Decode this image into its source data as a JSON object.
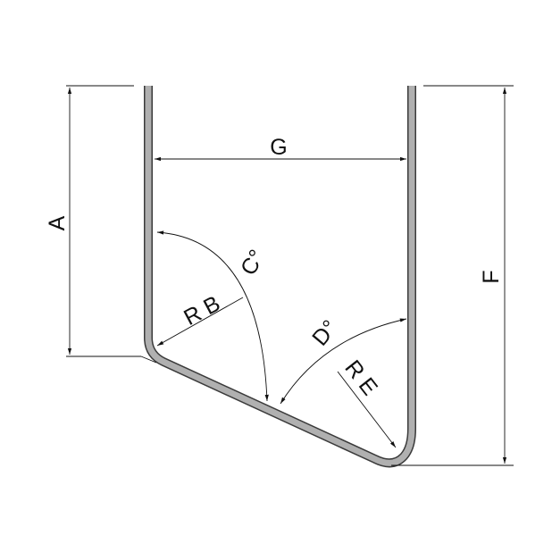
{
  "labels": {
    "a": "A",
    "f": "F",
    "g": "G",
    "c": "C°",
    "d": "D°",
    "rb": "R B",
    "re": "R E"
  },
  "colors": {
    "profile_fill": "#b0b0b0",
    "profile_outline": "#3a3a3a",
    "lines": "#111111"
  }
}
